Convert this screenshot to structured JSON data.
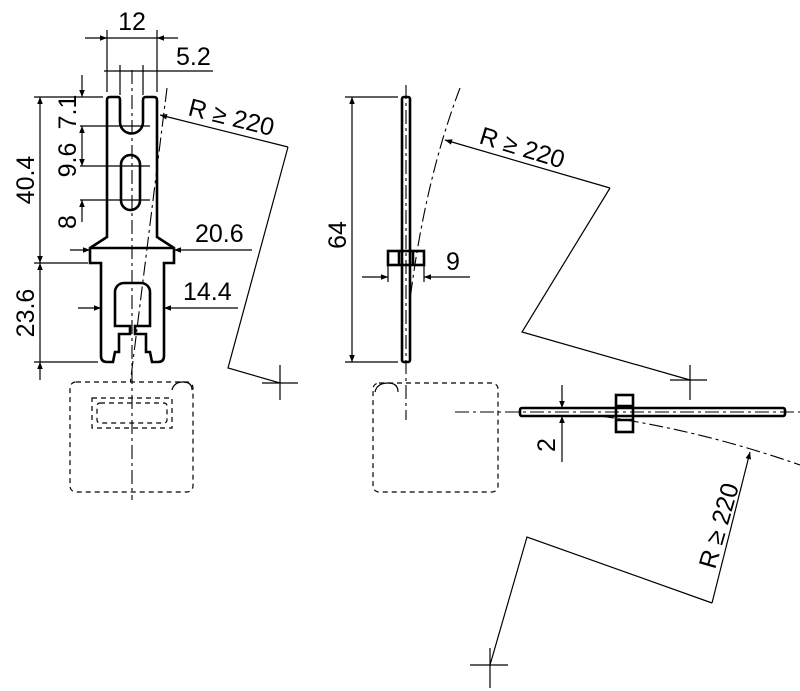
{
  "dimensions": {
    "width_top": "12",
    "width_slot": "5.2",
    "height_upper": "40.4",
    "height_lower": "23.6",
    "slot_top": "7.1",
    "slot_mid": "9.6",
    "slot_bottom": "8",
    "flange_width": "20.6",
    "lower_width": "14.4",
    "side_length": "64",
    "side_nut": "9",
    "thickness": "2"
  },
  "radius_labels": [
    "R ≥ 220",
    "R ≥ 220",
    "R ≥ 220"
  ]
}
